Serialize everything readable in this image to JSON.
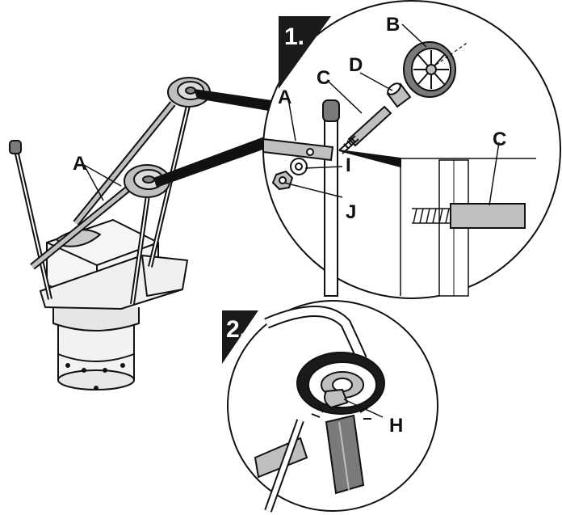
{
  "steps": {
    "one": "1.",
    "two": "2."
  },
  "labels": {
    "a_main": "A",
    "a_detail": "A",
    "b": "B",
    "c_detail": "C",
    "c_zoom": "C",
    "d": "D",
    "i": "I",
    "j": "J",
    "h": "H"
  },
  "colors": {
    "ink": "#111111",
    "part_gray": "#bfbfbf",
    "dark_gray": "#7a7a7a",
    "step_box": "#1a1a1a",
    "background": "#ffffff"
  }
}
